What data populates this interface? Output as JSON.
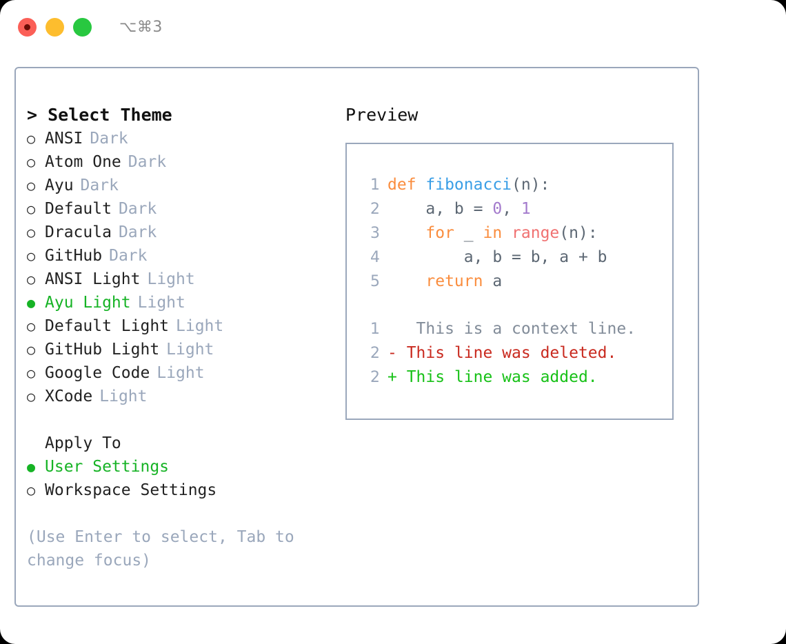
{
  "titlebar": {
    "shortcut": "⌥⌘3",
    "lights": [
      {
        "name": "close",
        "color": "#fb5f57"
      },
      {
        "name": "minimize",
        "color": "#fdbd2e"
      },
      {
        "name": "maximize",
        "color": "#28c840"
      }
    ]
  },
  "theme_panel": {
    "heading": "> Select Theme",
    "marker_selected": "●",
    "marker_unselected": "○",
    "options": [
      {
        "label": "ANSI",
        "tag": "Dark",
        "selected": false
      },
      {
        "label": "Atom One",
        "tag": "Dark",
        "selected": false
      },
      {
        "label": "Ayu",
        "tag": "Dark",
        "selected": false
      },
      {
        "label": "Default",
        "tag": "Dark",
        "selected": false
      },
      {
        "label": "Dracula",
        "tag": "Dark",
        "selected": false
      },
      {
        "label": "GitHub",
        "tag": "Dark",
        "selected": false
      },
      {
        "label": "ANSI Light",
        "tag": "Light",
        "selected": false
      },
      {
        "label": "Ayu Light",
        "tag": "Light",
        "selected": true
      },
      {
        "label": "Default Light",
        "tag": "Light",
        "selected": false
      },
      {
        "label": "GitHub Light",
        "tag": "Light",
        "selected": false
      },
      {
        "label": "Google Code",
        "tag": "Light",
        "selected": false
      },
      {
        "label": "XCode",
        "tag": "Light",
        "selected": false
      }
    ]
  },
  "apply_to": {
    "heading": "Apply To",
    "options": [
      {
        "label": "User Settings",
        "selected": true
      },
      {
        "label": "Workspace Settings",
        "selected": false
      }
    ]
  },
  "hint": "(Use Enter to select, Tab to change focus)",
  "preview": {
    "title": "Preview",
    "code_lines": [
      {
        "number": "1",
        "tokens": [
          {
            "text": "def ",
            "type": "keyword"
          },
          {
            "text": "fibonacci",
            "type": "function"
          },
          {
            "text": "(n):",
            "type": "plain"
          }
        ]
      },
      {
        "number": "2",
        "tokens": [
          {
            "text": "    a, b = ",
            "type": "plain"
          },
          {
            "text": "0",
            "type": "number"
          },
          {
            "text": ", ",
            "type": "plain"
          },
          {
            "text": "1",
            "type": "number"
          }
        ]
      },
      {
        "number": "3",
        "tokens": [
          {
            "text": "    ",
            "type": "plain"
          },
          {
            "text": "for",
            "type": "keyword"
          },
          {
            "text": " _ ",
            "type": "plain"
          },
          {
            "text": "in",
            "type": "keyword"
          },
          {
            "text": " ",
            "type": "plain"
          },
          {
            "text": "range",
            "type": "call"
          },
          {
            "text": "(n):",
            "type": "plain"
          }
        ]
      },
      {
        "number": "4",
        "tokens": [
          {
            "text": "        a, b = b, a + b",
            "type": "plain"
          }
        ]
      },
      {
        "number": "5",
        "tokens": [
          {
            "text": "    ",
            "type": "plain"
          },
          {
            "text": "return",
            "type": "keyword"
          },
          {
            "text": " a",
            "type": "plain"
          }
        ]
      }
    ],
    "diff_lines": [
      {
        "number": "1",
        "marker": " ",
        "text": "  This is a context line.",
        "kind": "context"
      },
      {
        "number": "2",
        "marker": "-",
        "text": " This line was deleted.",
        "kind": "deleted"
      },
      {
        "number": "2",
        "marker": "+",
        "text": " This line was added.",
        "kind": "added"
      }
    ]
  },
  "colors": {
    "accent_green": "#16b325",
    "muted_blue_gray": "#9aa7bb",
    "keyword_orange": "#fa8d3e",
    "function_blue": "#399ee6",
    "call_red": "#f07171",
    "number_purple": "#a37acc",
    "diff_delete": "#c92a1f",
    "diff_add": "#17c117",
    "border": "#9aa7bb"
  }
}
